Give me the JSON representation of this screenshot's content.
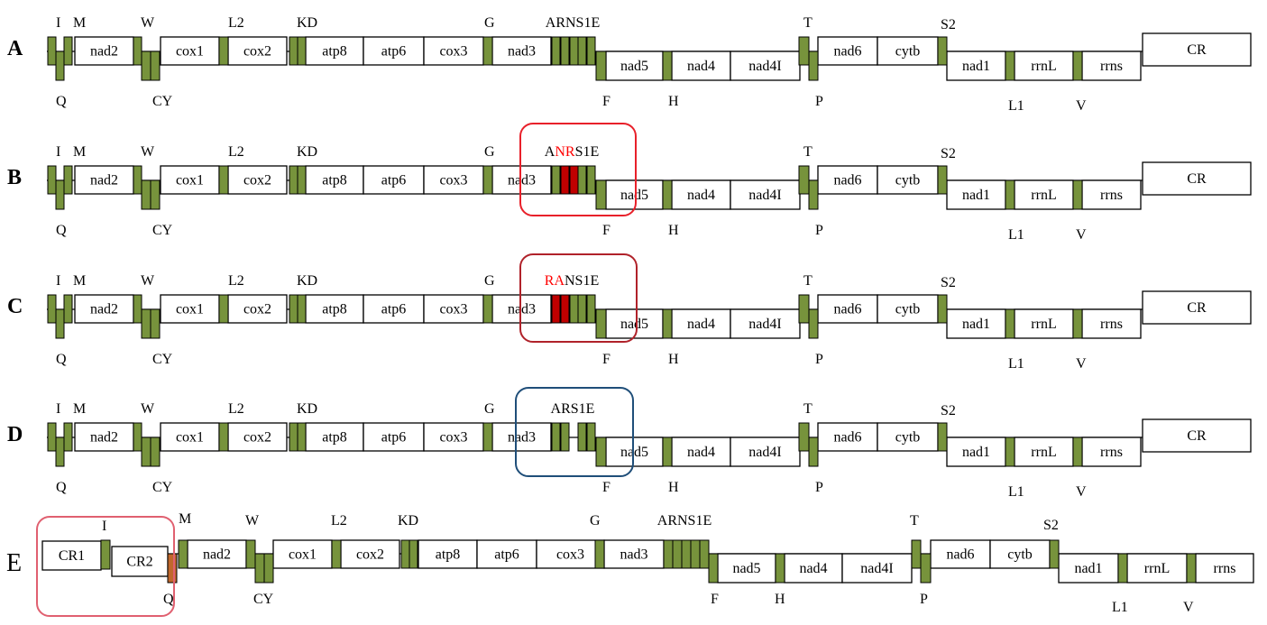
{
  "colors": {
    "trna": "#77933c",
    "trna_highlight": "#c00000",
    "gene_fill": "#ffffff",
    "stroke": "#000000",
    "box_red": "#e8202a",
    "box_darkred": "#b0222a",
    "box_blue": "#1f4e79",
    "box_pink": "#e06070",
    "label_red": "#ff0000"
  },
  "rows": [
    {
      "label": "A",
      "genes": [
        "nad2",
        "cox1",
        "cox2",
        "atp8",
        "atp6",
        "cox3",
        "nad3",
        "nad5",
        "nad4",
        "nad4I",
        "nad6",
        "cytb",
        "nad1",
        "rrnL",
        "rrns",
        "CR"
      ],
      "trna_above": [
        "I",
        "M",
        "W",
        "L2",
        "KD",
        "G",
        "ARNS1E",
        "T",
        "S2"
      ],
      "trna_below": [
        "Q",
        "CY",
        "F",
        "H",
        "P",
        "L1",
        "V"
      ]
    },
    {
      "label": "B",
      "genes": [
        "nad2",
        "cox1",
        "cox2",
        "atp8",
        "atp6",
        "cox3",
        "nad3",
        "nad5",
        "nad4",
        "nad4I",
        "nad6",
        "cytb",
        "nad1",
        "rrnL",
        "rrns",
        "CR"
      ],
      "trna_above": [
        "I",
        "M",
        "W",
        "L2",
        "KD",
        "G",
        "T",
        "S2"
      ],
      "cluster_label": [
        {
          "t": "A",
          "red": false
        },
        {
          "t": "NR",
          "red": true
        },
        {
          "t": "S1E",
          "red": false
        }
      ],
      "trna_below": [
        "Q",
        "CY",
        "F",
        "H",
        "P",
        "L1",
        "V"
      ]
    },
    {
      "label": "C",
      "genes": [
        "nad2",
        "cox1",
        "cox2",
        "atp8",
        "atp6",
        "cox3",
        "nad3",
        "nad5",
        "nad4",
        "nad4I",
        "nad6",
        "cytb",
        "nad1",
        "rrnL",
        "rrns",
        "CR"
      ],
      "trna_above": [
        "I",
        "M",
        "W",
        "L2",
        "KD",
        "G",
        "T",
        "S2"
      ],
      "cluster_label": [
        {
          "t": "RA",
          "red": true
        },
        {
          "t": "NS1E",
          "red": false
        }
      ],
      "trna_below": [
        "Q",
        "CY",
        "F",
        "H",
        "P",
        "L1",
        "V"
      ]
    },
    {
      "label": "D",
      "genes": [
        "nad2",
        "cox1",
        "cox2",
        "atp8",
        "atp6",
        "cox3",
        "nad3",
        "nad5",
        "nad4",
        "nad4I",
        "nad6",
        "cytb",
        "nad1",
        "rrnL",
        "rrns",
        "CR"
      ],
      "trna_above": [
        "I",
        "M",
        "W",
        "L2",
        "KD",
        "G",
        "ARS1E",
        "T",
        "S2"
      ],
      "trna_below": [
        "Q",
        "CY",
        "F",
        "H",
        "P",
        "L1",
        "V"
      ]
    },
    {
      "label": "E",
      "genes": [
        "CR1",
        "CR2",
        "nad2",
        "cox1",
        "cox2",
        "atp8",
        "atp6",
        "cox3",
        "nad3",
        "nad5",
        "nad4",
        "nad4I",
        "nad6",
        "cytb",
        "nad1",
        "rrnL",
        "rrns"
      ],
      "trna_above": [
        "I",
        "M",
        "W",
        "L2",
        "KD",
        "G",
        "ARNS1E",
        "T",
        "S2"
      ],
      "trna_below": [
        "Q",
        "CY",
        "F",
        "H",
        "P",
        "L1",
        "V"
      ]
    }
  ]
}
